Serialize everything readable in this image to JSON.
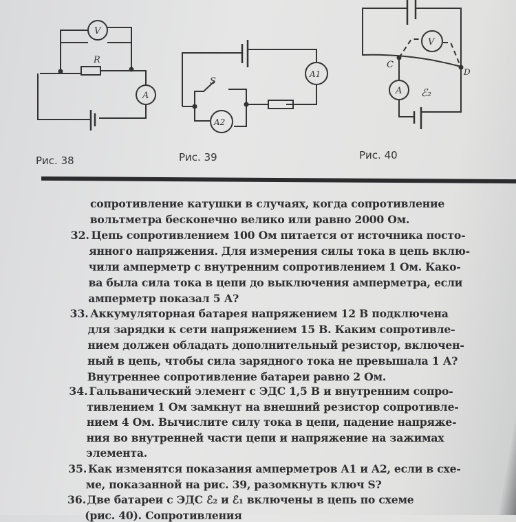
{
  "figures": {
    "fig38": {
      "caption": "Рис. 38",
      "labels": {
        "voltmeter": "V",
        "resistor": "R",
        "ammeter": "A"
      }
    },
    "fig39": {
      "caption": "Рис. 39",
      "labels": {
        "switch": "S",
        "ammeter1": "A1",
        "ammeter2": "A2"
      }
    },
    "fig40": {
      "caption": "Рис. 40",
      "labels": {
        "voltmeter": "V",
        "ammeter": "A",
        "point_c": "C",
        "point_d": "D",
        "emf": "ℰ₂"
      }
    }
  },
  "problems": [
    {
      "number": "",
      "lines": [
        "сопротивление катушки в случаях, когда сопротивление",
        "вольтметра бесконечно велико или равно 2000 Ом."
      ]
    },
    {
      "number": "32.",
      "lines": [
        "Цепь сопротивлением 100 Ом питается от источника посто-",
        "янного напряжения. Для измерения силы тока в цепь вклю-",
        "чили амперметр с внутренним сопротивлением 1 Ом. Како-",
        "ва была сила тока в цепи до выключения амперметра, если",
        "амперметр показал 5 А?"
      ]
    },
    {
      "number": "33.",
      "lines": [
        "Аккумуляторная батарея напряжением 12 В подключена",
        "для зарядки к сети напряжением 15 В. Каким сопротивле-",
        "нием должен обладать дополнительный резистор, включен-",
        "ный в цепь, чтобы сила зарядного тока не превышала 1 А?",
        "Внутреннее сопротивление батареи равно 2 Ом."
      ]
    },
    {
      "number": "34.",
      "lines": [
        "Гальванический элемент с ЭДС 1,5 В и внутренним сопро-",
        "тивлением 1 Ом замкнут на внешний резистор сопротивле-",
        "нием 4 Ом. Вычислите силу тока в цепи, падение напряже-",
        "ния во внутренней части цепи и напряжение на зажимах",
        "элемента."
      ]
    },
    {
      "number": "35.",
      "lines": [
        "Как изменятся показания амперметров A1 и A2, если в схе-",
        "ме, показанной на рис. 39, разомкнуть ключ S?"
      ]
    },
    {
      "number": "36.",
      "lines": [
        "Две батареи с ЭДС ℰ₂ и ℰ₁ включены в цепь по схеме",
        "(рис. 40). Сопротивления"
      ]
    }
  ]
}
